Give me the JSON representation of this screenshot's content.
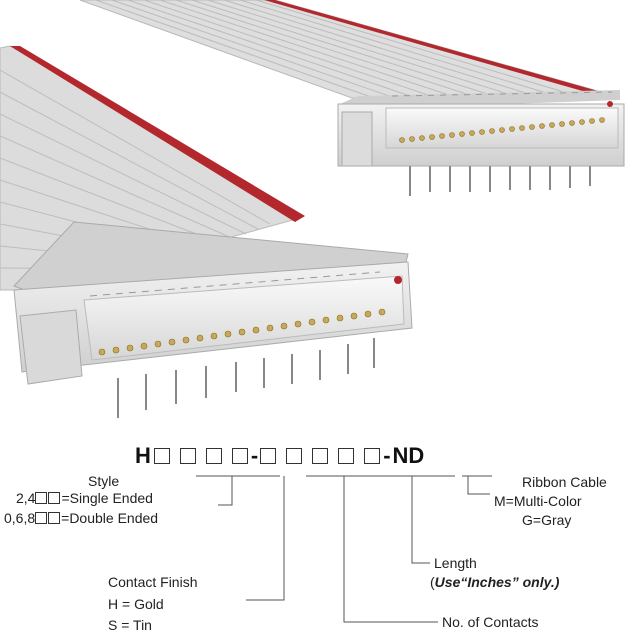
{
  "part_number": {
    "prefix": "H",
    "suffix": "ND",
    "separator": "-"
  },
  "fields": {
    "style": {
      "title": "Style",
      "single_prefix": "2,4",
      "single_text": "=Single Ended",
      "double_prefix": "0,6,8",
      "double_text": "=Double Ended"
    },
    "contact_finish": {
      "title": "Contact Finish",
      "opt1": "H = Gold",
      "opt2": "S = Tin"
    },
    "contacts": {
      "title": "No. of Contacts"
    },
    "length": {
      "title": "Length",
      "note_open": "(",
      "note_use": "Use",
      "note_inches": "“Inches”",
      "note_only": " only.)"
    },
    "ribbon_cable": {
      "title": "Ribbon Cable",
      "opt1": "M=Multi-Color",
      "opt2": "G=Gray"
    }
  },
  "colors": {
    "cable": "#d9d9d9",
    "cable_stripe": "#b3282d",
    "connector": "#e8e8e8",
    "pin": "#c8a95a",
    "leader": "#555555"
  }
}
